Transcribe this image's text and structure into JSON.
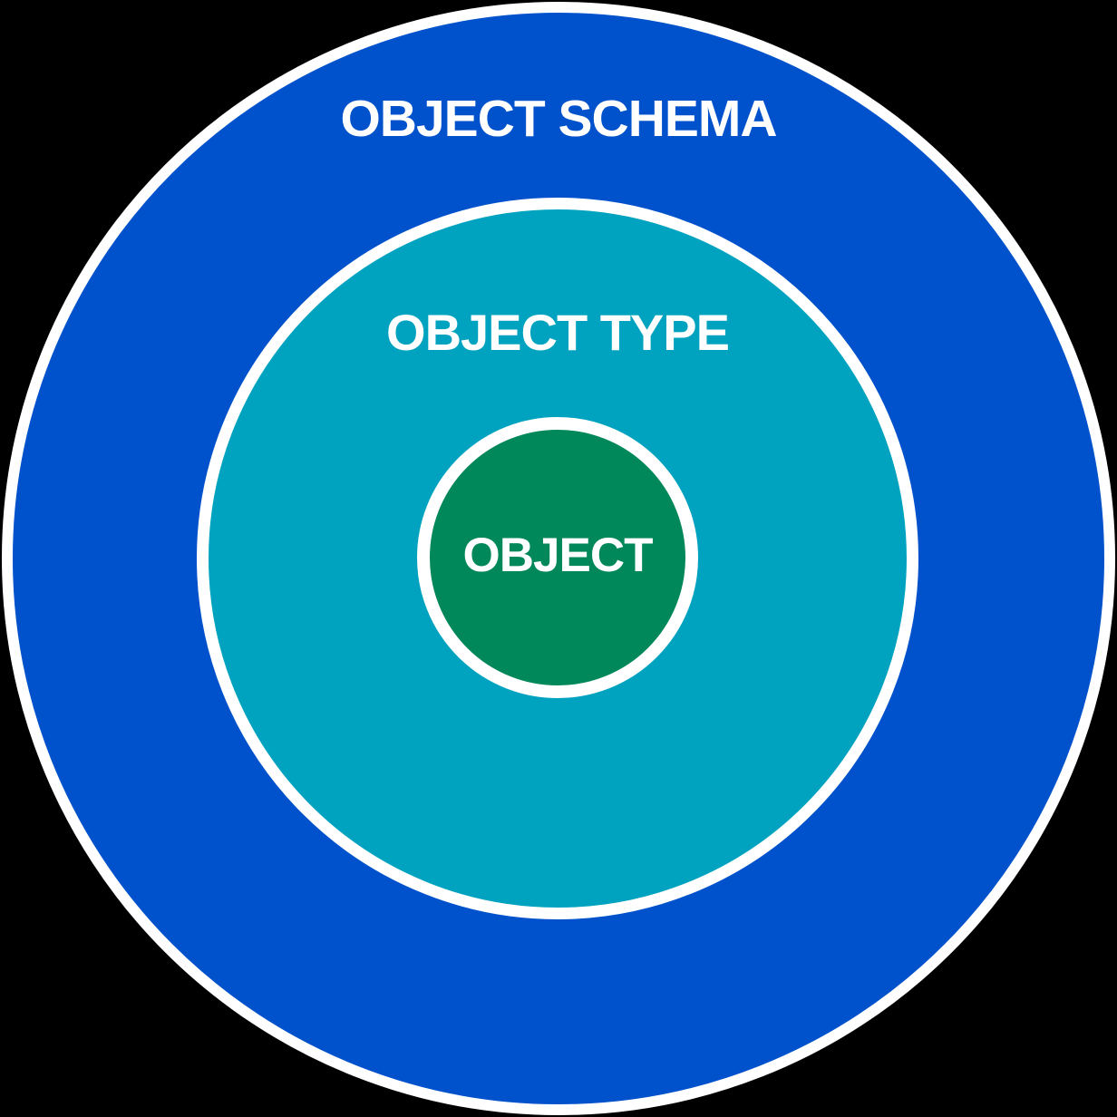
{
  "diagram": {
    "type": "concentric-circles",
    "background_color": "#000000",
    "ring_border_color": "#FFFFFF",
    "label_color": "#FFFFFF",
    "rings": [
      {
        "label": "OBJECT SCHEMA",
        "color": "#0052CC"
      },
      {
        "label": "OBJECT TYPE",
        "color": "#00A3BF"
      },
      {
        "label": "OBJECT",
        "color": "#00875A"
      }
    ]
  }
}
